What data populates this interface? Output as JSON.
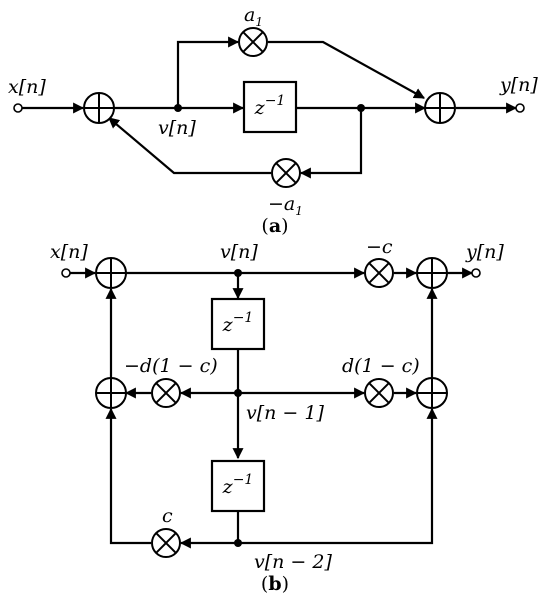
{
  "diagram_a": {
    "input_label": "x[n]",
    "output_label": "y[n]",
    "state_label": "v[n]",
    "delay_base": "z",
    "delay_exp": "−1",
    "gain_forward": "a",
    "gain_forward_sub": "1",
    "gain_feedback": "−a",
    "gain_feedback_sub": "1",
    "caption_open": "(",
    "caption_letter": "a",
    "caption_close": ")"
  },
  "diagram_b": {
    "input_label": "x[n]",
    "output_label": "y[n]",
    "state_0": "v[n]",
    "state_1": "v[n − 1]",
    "state_2": "v[n − 2]",
    "delay_base": "z",
    "delay_exp": "−1",
    "gain_top": "−c",
    "gain_mid_left": "−d(1 − c)",
    "gain_mid_right": "d(1 − c)",
    "gain_bottom": "c",
    "caption_open": "(",
    "caption_letter": "b",
    "caption_close": ")"
  }
}
